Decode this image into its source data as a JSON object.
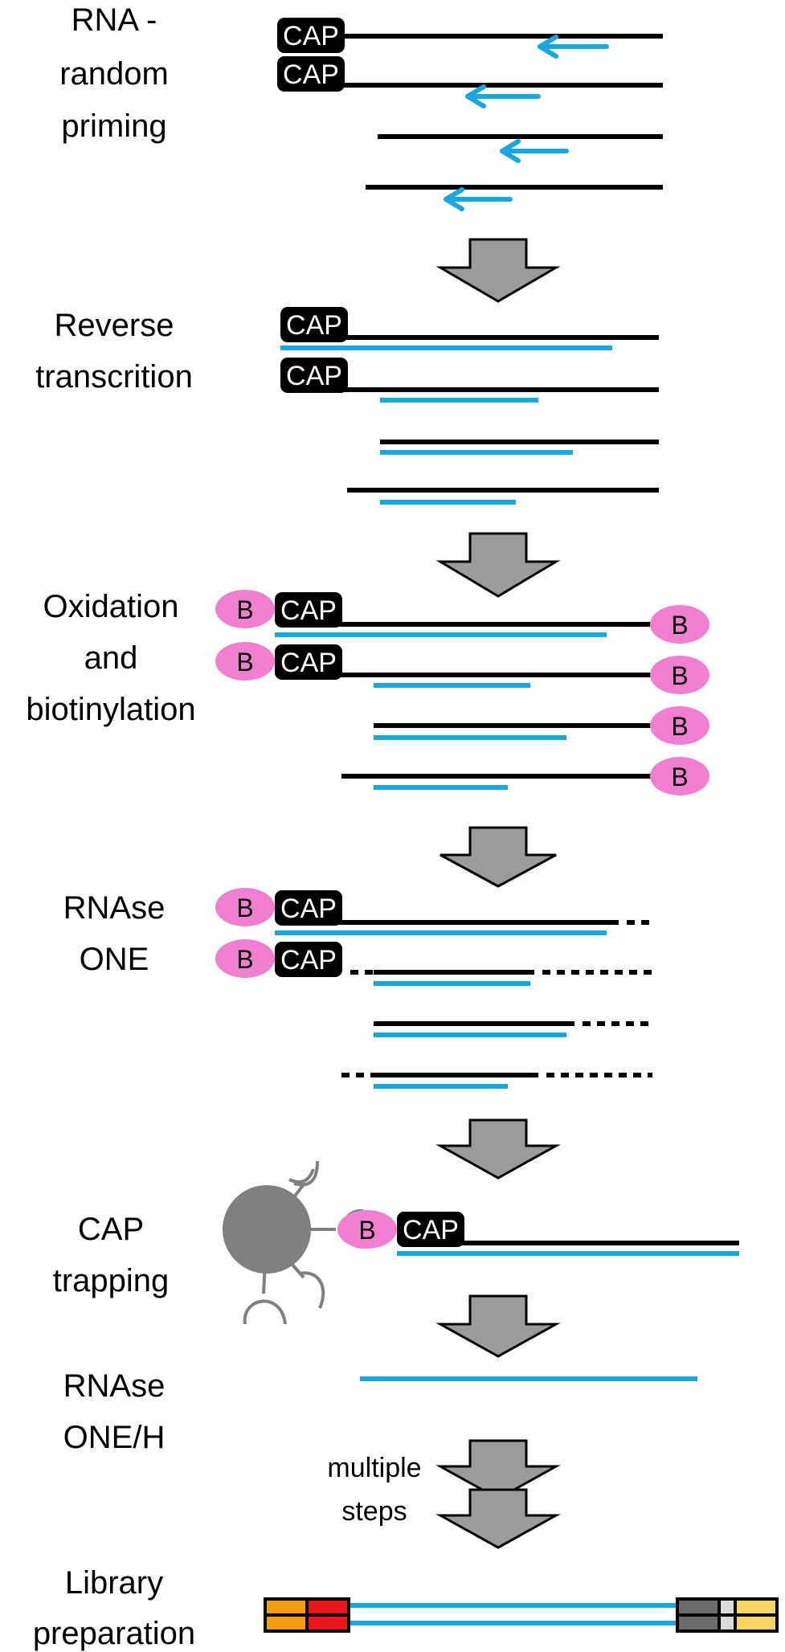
{
  "steps": {
    "rna_random_priming": [
      "RNA -",
      "random",
      "priming"
    ],
    "reverse_transcription": [
      "Reverse",
      "transcrition"
    ],
    "oxidation_biotinylation": [
      "Oxidation",
      "and",
      "biotinylation"
    ],
    "rnase_one": [
      "RNAse",
      "ONE"
    ],
    "cap_trapping": [
      "CAP",
      "trapping"
    ],
    "rnase_one_h": [
      "RNAse",
      "ONE/H"
    ],
    "library_preparation": [
      "Library",
      "preparation"
    ]
  },
  "multiple_steps": [
    "multiple",
    "steps"
  ],
  "cap_label": "CAP",
  "biotin_label": "B",
  "colors": {
    "rna": "#000000",
    "cdna": "#1aa7e0",
    "cap_box": "#000000",
    "biotin": "#f07fd2",
    "arrow_fill": "#9b9b9b",
    "bead": "#808080",
    "adapter_left_a": "#f39c12",
    "adapter_left_b": "#e8161b",
    "adapter_right_a": "#6b6b6b",
    "adapter_right_b": "#f7d560",
    "adapter_mid": "#d9d9d9"
  }
}
